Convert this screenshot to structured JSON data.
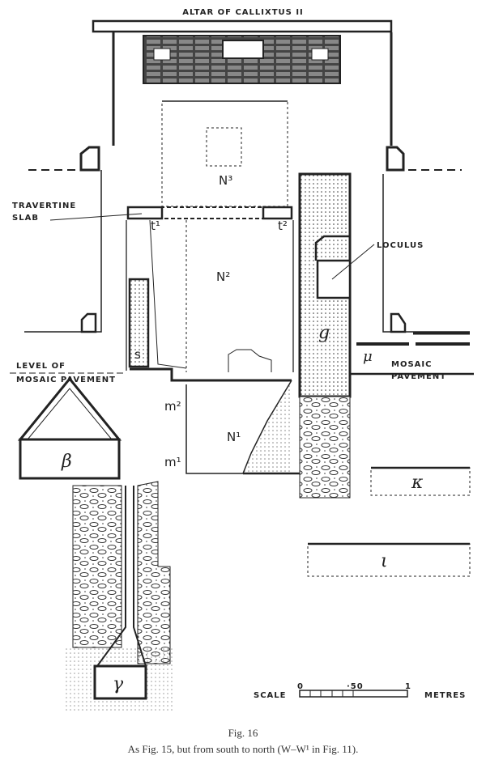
{
  "title": "ALTAR OF CALLIXTUS II",
  "labels": {
    "travertine_1": "TRAVERTINE",
    "travertine_2": "SLAB",
    "loculus": "LOCULUS",
    "level_1": "LEVEL OF",
    "level_2": "MOSAIC PAVEMENT",
    "mosaic_1": "MOSAIC",
    "mosaic_2": "PAVEMENT",
    "n3": "N³",
    "n2": "N²",
    "n1": "N¹",
    "t1": "t¹",
    "t2": "t²",
    "m1": "m¹",
    "m2": "m²",
    "s": "s",
    "g": "g",
    "mu": "μ",
    "beta": "β",
    "kappa": "κ",
    "iota": "ι",
    "gamma": "γ"
  },
  "scale": {
    "label": "SCALE",
    "zero": "0",
    "mid": "·50",
    "one": "1",
    "unit": "METRES"
  },
  "caption": {
    "fig": "Fig. 16",
    "text": "As Fig. 15, but from south to north (W–W¹ in Fig. 11)."
  }
}
